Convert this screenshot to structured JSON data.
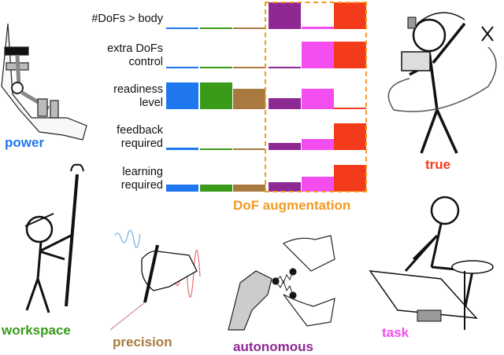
{
  "chart_data": {
    "type": "bar",
    "title": "DoF augmentation",
    "rows": [
      "#DoFs > body",
      "extra DoFs control",
      "readiness level",
      "feedback required",
      "learning required"
    ],
    "row_lines": [
      [
        "#DoFs > body"
      ],
      [
        "extra DoFs",
        "control"
      ],
      [
        "readiness",
        "level"
      ],
      [
        "feedback",
        "required"
      ],
      [
        "learning",
        "required"
      ]
    ],
    "columns": [
      "power",
      "workspace",
      "precision",
      "autonomous",
      "task",
      "true"
    ],
    "values": [
      [
        0.05,
        0.05,
        0.05,
        1.0,
        0.08,
        1.0
      ],
      [
        0.05,
        0.05,
        0.05,
        0.05,
        1.0,
        1.0
      ],
      [
        1.0,
        1.0,
        0.75,
        0.4,
        0.75,
        0.05
      ],
      [
        0.08,
        0.05,
        0.05,
        0.25,
        0.4,
        1.0
      ],
      [
        0.25,
        0.25,
        0.25,
        0.35,
        0.55,
        1.0
      ]
    ],
    "colors": [
      "#1f77ef",
      "#3a9a1a",
      "#a87a40",
      "#8e2893",
      "#f34df0",
      "#f33b1b"
    ],
    "highlight_color": "#f29a23"
  },
  "categories": {
    "power": "power",
    "workspace": "workspace",
    "precision": "precision",
    "autonomous": "autonomous",
    "task": "task",
    "true": "true"
  },
  "icons": {
    "power": "arm-exoskeleton-icon",
    "workspace": "stick-figure-reacher-icon",
    "precision": "hand-with-pen-icon",
    "autonomous": "robot-and-human-hands-icon",
    "task": "seated-figure-at-table-icon",
    "true": "stick-figure-with-extra-arm-icon"
  }
}
